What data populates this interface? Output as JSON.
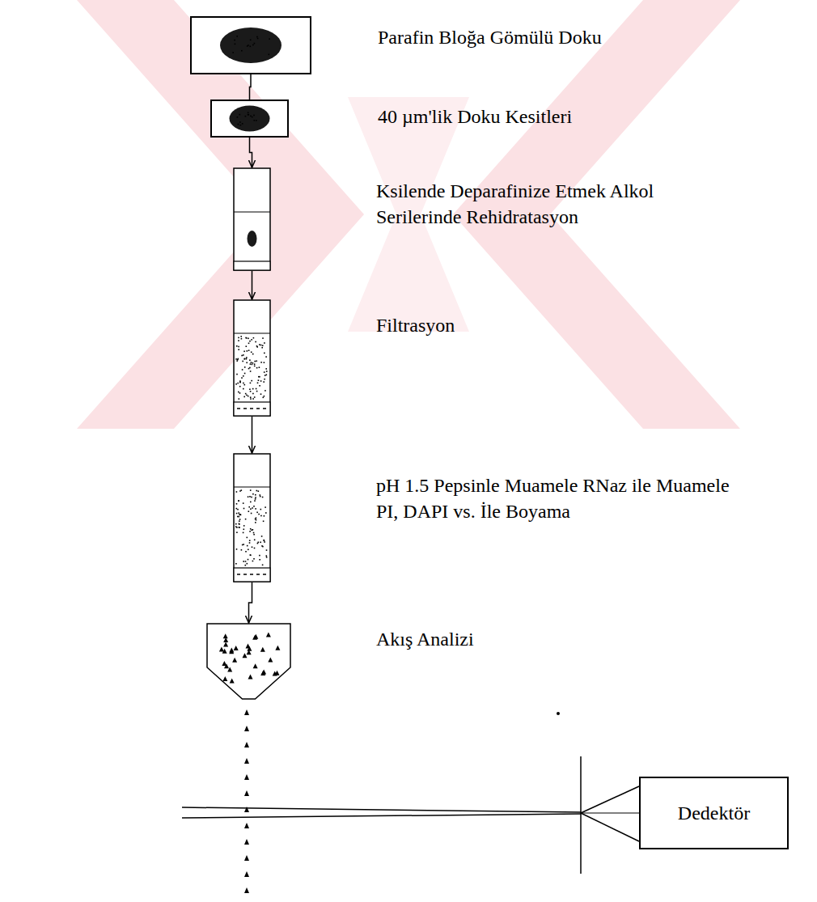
{
  "diagram": {
    "nodes": [
      {
        "text": [
          "Parafin Bloğa Gömülü Doku"
        ]
      },
      {
        "text": [
          "40 µm'lik Doku Kesitleri"
        ]
      },
      {
        "text": [
          "Ksilende Deparafinize Etmek Alkol Serilerinde Rehidratasyon"
        ]
      },
      {
        "text": [
          "Filtrasyon"
        ]
      },
      {
        "text": [
          "pH 1.5 Pepsinle Muamele RNaz ile Muamele PI, DAPI vs. İle Boyama"
        ]
      },
      {
        "text": [
          "Akış Analizi"
        ]
      },
      {
        "text": [
          "Dedektör"
        ]
      }
    ],
    "edges": [
      {
        "from": 0,
        "to": 1,
        "arrow": "none"
      },
      {
        "from": 1,
        "to": 2,
        "arrow": "to"
      },
      {
        "from": 2,
        "to": 3,
        "arrow": "to"
      },
      {
        "from": 3,
        "to": 4,
        "arrow": "to"
      },
      {
        "from": 4,
        "to": 5,
        "arrow": "to"
      }
    ]
  }
}
